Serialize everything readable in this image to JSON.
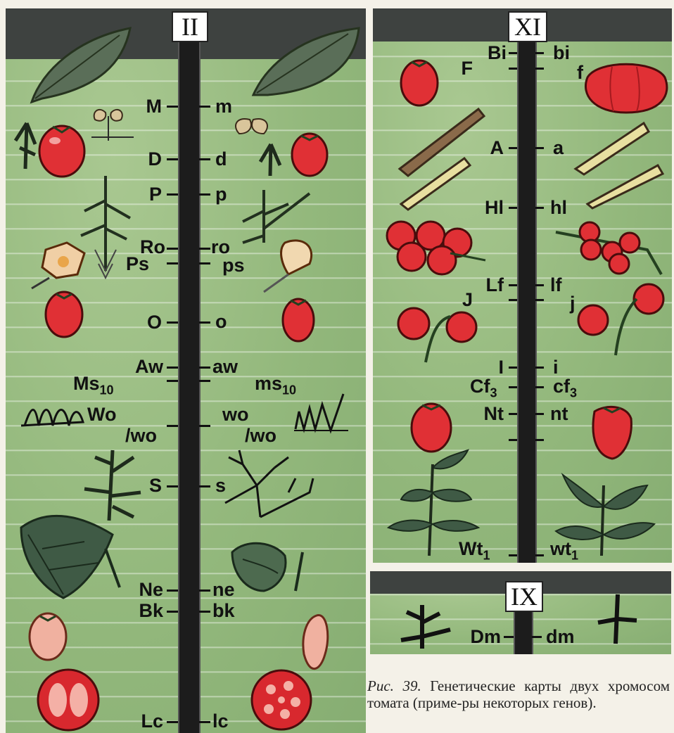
{
  "chromosome_ii": {
    "numeral": "II",
    "dominant": [
      "M",
      "D",
      "P",
      "Ro",
      "Ps",
      "O",
      "Aw",
      "Ms",
      "Wo",
      "S",
      "Ne",
      "Bk",
      "Lc"
    ],
    "recessive": [
      "m",
      "d",
      "p",
      "ro",
      "ps",
      "o",
      "aw",
      "ms",
      "wo",
      "s",
      "ne",
      "bk",
      "lc"
    ],
    "ms_sub": "10",
    "wo_slash": "/wo",
    "wo_slash_r": "/wo"
  },
  "chromosome_xi": {
    "numeral": "XI",
    "dominant": [
      "Bi",
      "F",
      "A",
      "Hl",
      "Lf",
      "J",
      "I",
      "Cf",
      "Nt",
      "Wt"
    ],
    "recessive": [
      "bi",
      "f",
      "a",
      "hl",
      "lf",
      "j",
      "i",
      "cf",
      "nt",
      "wt"
    ],
    "cf_sub": "3",
    "wt_sub": "1"
  },
  "chromosome_ix": {
    "numeral": "IX",
    "dominant": [
      "Dm"
    ],
    "recessive": [
      "dm"
    ]
  },
  "caption": {
    "lead": "Рис. 39.",
    "text": " Генетические карты двух хромосом томата (приме-ры некоторых генов)."
  }
}
